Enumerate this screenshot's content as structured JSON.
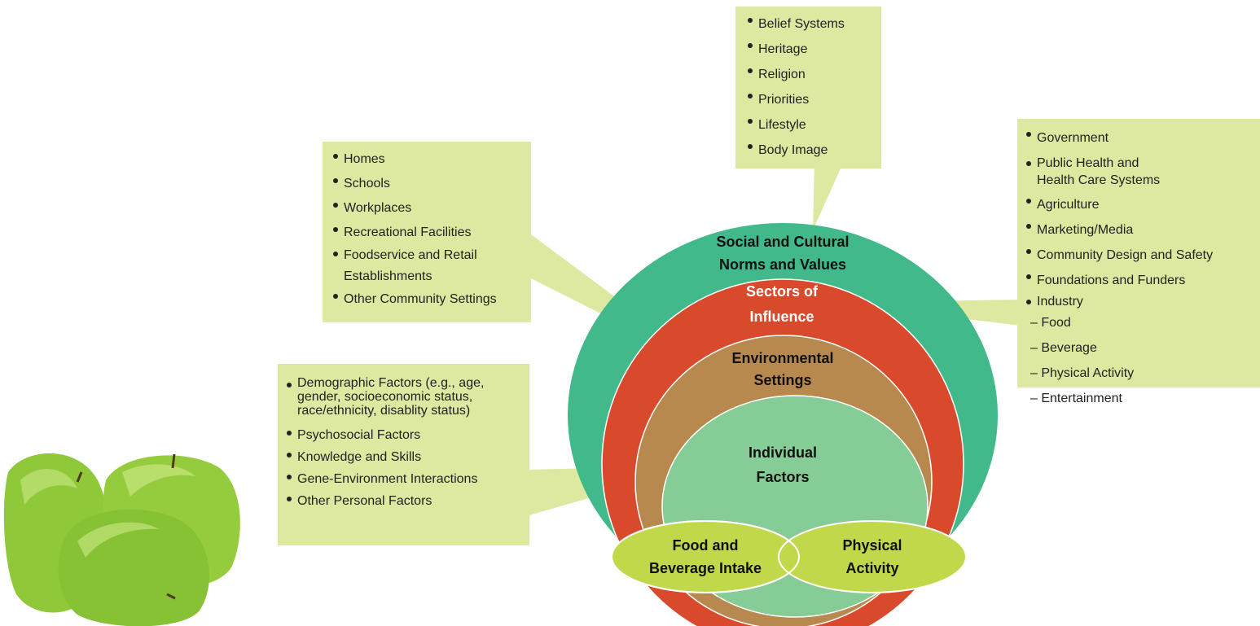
{
  "diagram": {
    "rings": {
      "social": {
        "line1": "Social and Cultural",
        "line2": "Norms and Values",
        "color": "#41b98b"
      },
      "sectors": {
        "line1": "Sectors of",
        "line2": "Influence",
        "color": "#d84a2b"
      },
      "environmental": {
        "line1": "Environmental",
        "line2": "Settings",
        "color": "#b8894e"
      },
      "individual": {
        "line1": "Individual",
        "line2": "Factors",
        "color": "#86cc96"
      }
    },
    "outcomes": {
      "food": {
        "line1": "Food and",
        "line2": "Beverage Intake"
      },
      "activity": {
        "line1": "Physical",
        "line2": "Activity"
      },
      "color": "#c1d84a"
    },
    "callout_color": "#dde8a0",
    "beliefs_box": [
      "Belief Systems",
      "Heritage",
      "Religion",
      "Priorities",
      "Lifestyle",
      "Body Image"
    ],
    "settings_box": [
      "Homes",
      "Schools",
      "Workplaces",
      "Recreational Facilities",
      "Foodservice and Retail Establishments",
      "Other Community Settings"
    ],
    "individual_box": [
      "Demographic Factors (e.g., age, gender, socioeconomic status, race/ethnicity, disablity status)",
      "Psychosocial Factors",
      "Knowledge and Skills",
      "Gene-Environment Interactions",
      "Other Personal Factors"
    ],
    "sectors_box": {
      "items": [
        "Government",
        "Public Health and Health Care Systems",
        "Agriculture",
        "Marketing/Media",
        "Community Design and Safety",
        "Foundations and Funders",
        "Industry"
      ],
      "industry_subitems": [
        "– Food",
        "– Beverage",
        "– Physical Activity",
        "– Entertainment"
      ]
    }
  },
  "decoration": {
    "image": "green-apples",
    "apple_color": "#8fc93a"
  }
}
